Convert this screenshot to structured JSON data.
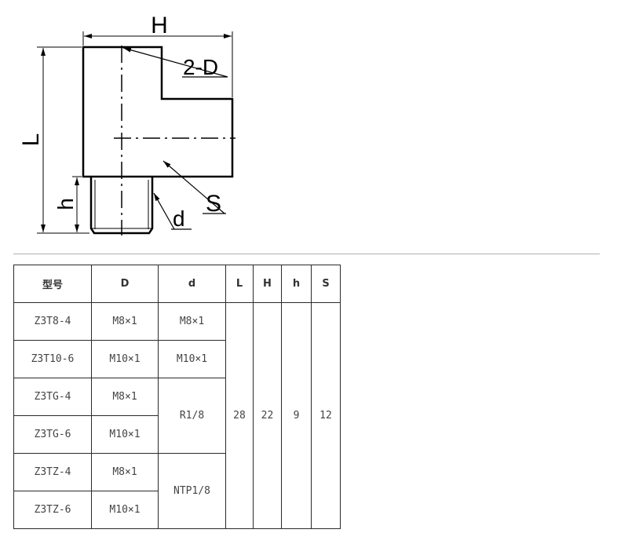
{
  "drawing": {
    "labels": {
      "H": "H",
      "L": "L",
      "h": "h",
      "D": "2-D",
      "S": "S",
      "d": "d"
    }
  },
  "table": {
    "headers": {
      "model": "型号",
      "D": "D",
      "d": "d",
      "L": "L",
      "H": "H",
      "h": "h",
      "S": "S"
    },
    "rows": [
      {
        "model": "Z3T8-4",
        "D": "M8×1",
        "d": "M8×1"
      },
      {
        "model": "Z3T10-6",
        "D": "M10×1",
        "d": "M10×1"
      },
      {
        "model": "Z3TG-4",
        "D": "M8×1",
        "d": "R1/8"
      },
      {
        "model": "Z3TG-6",
        "D": "M10×1"
      },
      {
        "model": "Z3TZ-4",
        "D": "M8×1",
        "d": "NTP1/8"
      },
      {
        "model": "Z3TZ-6",
        "D": "M10×1"
      }
    ],
    "shared": {
      "L": "28",
      "H": "22",
      "h": "9",
      "S": "12"
    }
  }
}
